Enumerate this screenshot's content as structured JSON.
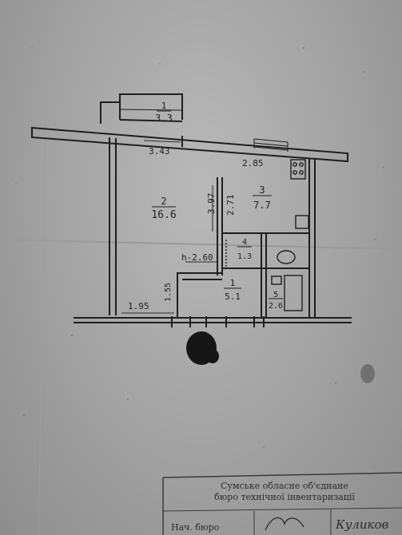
{
  "plan": {
    "rooms": [
      {
        "number": "1",
        "area": "3.3"
      },
      {
        "number": "2",
        "area": "16.6"
      },
      {
        "number": "3",
        "area": "7.7"
      },
      {
        "number": "4",
        "area": "1.3"
      },
      {
        "number": "1",
        "area": "5.1"
      },
      {
        "number": "5",
        "area": "2.6"
      }
    ],
    "dimensions": {
      "d343": "3.43",
      "d285": "2.85",
      "d397": "3.97",
      "d271": "2.71",
      "h260": "h-2.60",
      "d195": "1.95",
      "d155": "1.55"
    }
  },
  "stamp": {
    "line1": "Сумське обласне об'єднане",
    "line2": "бюро технічної інвентаризації",
    "line3": "Нач. бюро",
    "signature": "Куликов"
  }
}
